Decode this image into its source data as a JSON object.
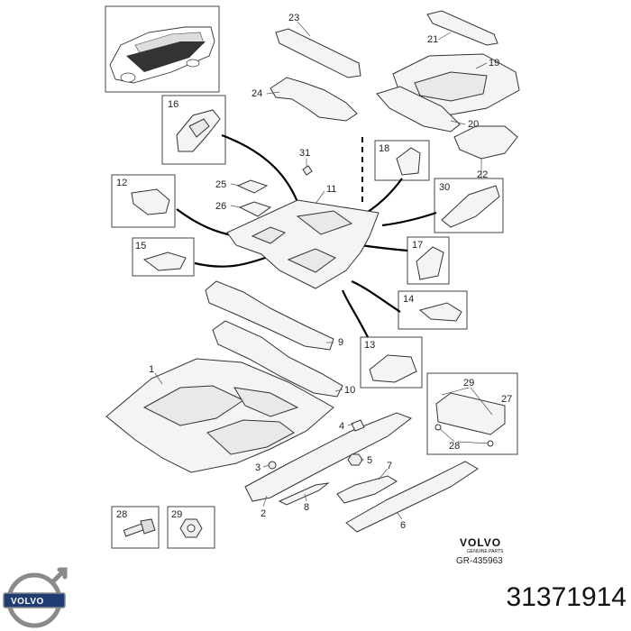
{
  "brand": {
    "name": "VOLVO",
    "tagline": "GENUINE PARTS",
    "reference": "GR-435963"
  },
  "part_number": "31371914",
  "callouts": [
    "1",
    "2",
    "3",
    "4",
    "5",
    "6",
    "7",
    "8",
    "9",
    "10",
    "11",
    "12",
    "13",
    "14",
    "15",
    "16",
    "17",
    "18",
    "19",
    "20",
    "21",
    "22",
    "23",
    "24",
    "25",
    "26",
    "27",
    "28",
    "29",
    "30",
    "31"
  ],
  "inset_labels": {
    "box12": "12",
    "box13": "13",
    "box14": "14",
    "box15": "15",
    "box16": "16",
    "box17": "17",
    "box18": "18",
    "box27": "27",
    "box28": "28",
    "box29": "29",
    "box30": "30"
  },
  "colors": {
    "logo_ring": "#8a8a8a",
    "logo_band": "#1f3c73",
    "ink": "#222222"
  },
  "icons": [
    "volvo-logo-icon",
    "car-silhouette-icon",
    "bolt-icon",
    "nut-icon"
  ]
}
